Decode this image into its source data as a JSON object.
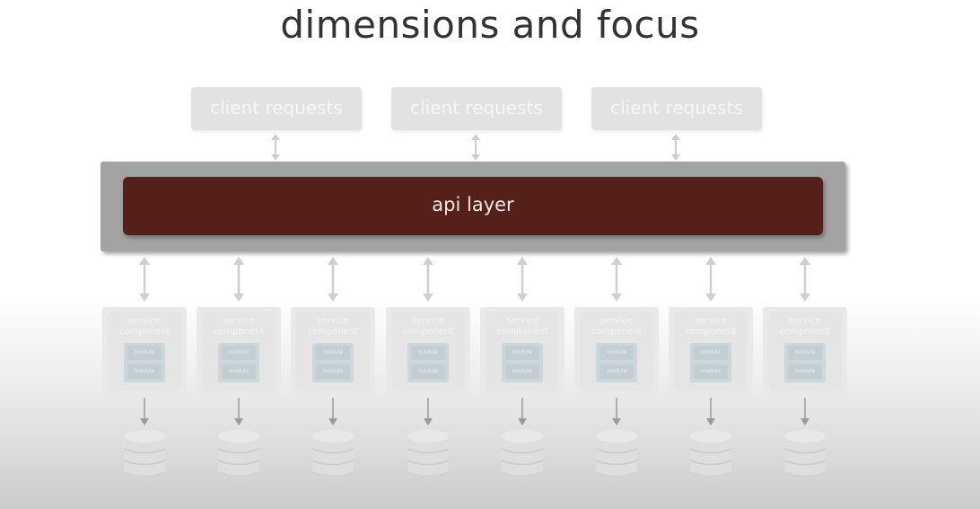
{
  "slide": {
    "title": "dimensions and focus"
  },
  "client_requests": [
    {
      "label": "client requests"
    },
    {
      "label": "client requests"
    },
    {
      "label": "client requests"
    }
  ],
  "api_layer": {
    "label": "api layer"
  },
  "services": [
    {
      "label": "service component",
      "modules": [
        "module",
        "module"
      ]
    },
    {
      "label": "service component",
      "modules": [
        "module",
        "module"
      ]
    },
    {
      "label": "service component",
      "modules": [
        "module",
        "module"
      ]
    },
    {
      "label": "service component",
      "modules": [
        "module",
        "module"
      ]
    },
    {
      "label": "service component",
      "modules": [
        "module",
        "module"
      ]
    },
    {
      "label": "service component",
      "modules": [
        "module",
        "module"
      ]
    },
    {
      "label": "service component",
      "modules": [
        "module",
        "module"
      ]
    },
    {
      "label": "service component",
      "modules": [
        "module",
        "module"
      ]
    }
  ],
  "databases": [
    {
      "icon": "database-icon"
    },
    {
      "icon": "database-icon"
    },
    {
      "icon": "database-icon"
    },
    {
      "icon": "database-icon"
    },
    {
      "icon": "database-icon"
    },
    {
      "icon": "database-icon"
    },
    {
      "icon": "database-icon"
    },
    {
      "icon": "database-icon"
    }
  ],
  "colors": {
    "api_layer_fill": "#56201a",
    "api_layer_frame": "#a3a3a3",
    "faded_box": "#e2e2e2",
    "module_fill": "#c3ced4",
    "arrow": "#cfcfcf",
    "title_text": "#333333"
  }
}
